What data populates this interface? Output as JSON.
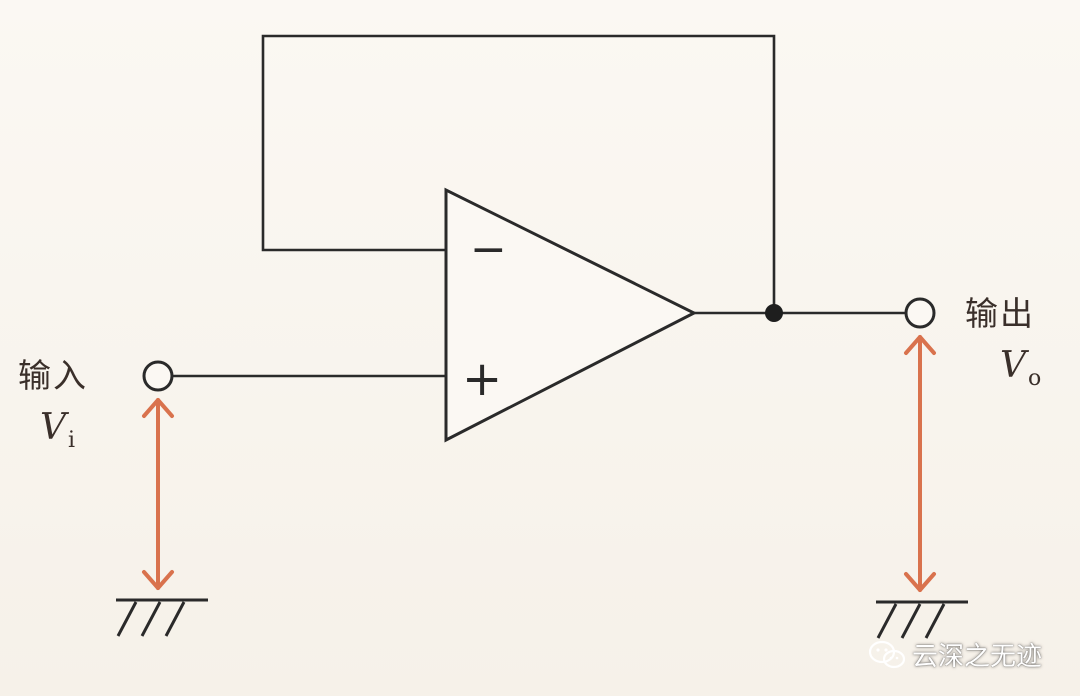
{
  "diagram": {
    "opamp": {
      "minus_symbol": "−",
      "plus_symbol": "+"
    },
    "input": {
      "label": "输入",
      "var_main": "V",
      "var_sub": "i"
    },
    "output": {
      "label": "输出",
      "var_main": "V",
      "var_sub": "o"
    },
    "colors": {
      "wire": "#2a2a2a",
      "arrow": "#d9724d",
      "background": "#f8f4ee"
    }
  },
  "watermark": {
    "text": "云深之无迹",
    "icon": "wechat-icon"
  }
}
